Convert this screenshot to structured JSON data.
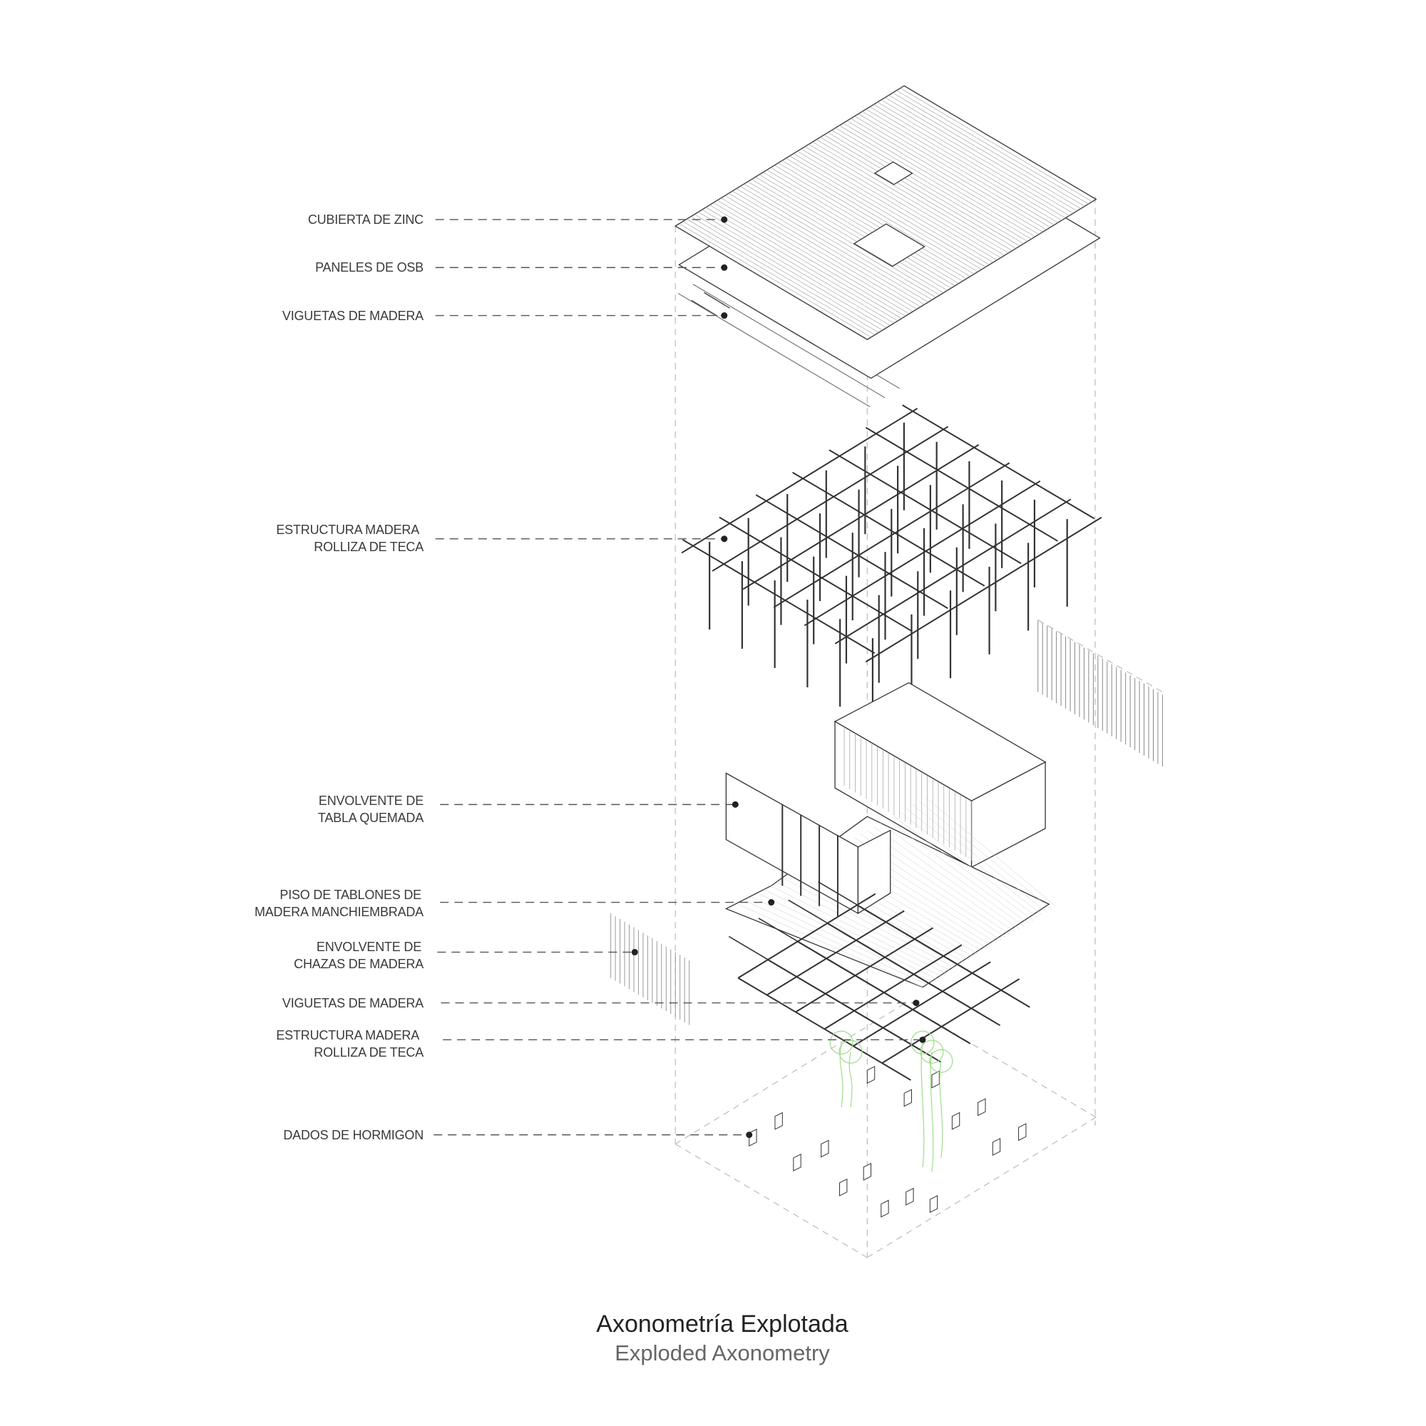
{
  "labels": [
    {
      "lines": [
        "CUBIERTA DE ZINC"
      ]
    },
    {
      "lines": [
        "PANELES DE OSB"
      ]
    },
    {
      "lines": [
        "VIGUETAS DE MADERA"
      ]
    },
    {
      "lines": [
        "ESTRUCTURA MADERA",
        "ROLLIZA DE TECA"
      ]
    },
    {
      "lines": [
        "ENVOLVENTE DE",
        "TABLA QUEMADA"
      ]
    },
    {
      "lines": [
        "PISO DE TABLONES DE",
        "MADERA MANCHIEMBRADA"
      ]
    },
    {
      "lines": [
        "ENVOLVENTE DE",
        "CHAZAS DE MADERA"
      ]
    },
    {
      "lines": [
        "VIGUETAS DE MADERA"
      ]
    },
    {
      "lines": [
        "ESTRUCTURA MADERA",
        "ROLLIZA DE TECA"
      ]
    },
    {
      "lines": [
        "DADOS DE HORMIGON"
      ]
    }
  ],
  "title": "Axonometría Explotada",
  "subtitle": "Exploded Axonometry",
  "colors": {
    "line": "#333333",
    "guide": "#bbbbbb",
    "leader": "#555555",
    "vegetation": "#9fdc8c"
  }
}
